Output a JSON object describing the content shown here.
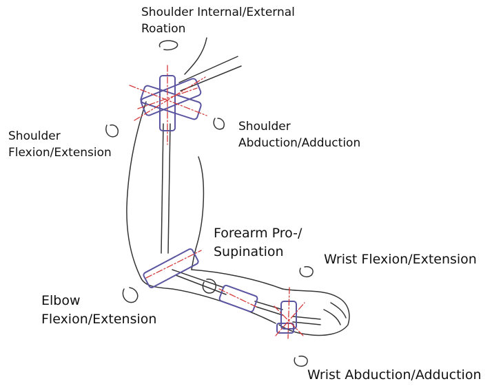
{
  "labels": {
    "shoulder_rotation": {
      "line1": "Shoulder Internal/External",
      "line2": "Roation"
    },
    "shoulder_flexion": {
      "line1": "Shoulder",
      "line2": "Flexion/Extension"
    },
    "shoulder_abduction": {
      "line1": "Shoulder",
      "line2": "Abduction/Adduction"
    },
    "forearm": {
      "line1": "Forearm Pro-/",
      "line2": "Supination"
    },
    "wrist_flexion": {
      "line1": "Wrist Flexion/Extension"
    },
    "elbow": {
      "line1": "Elbow",
      "line2": "Flexion/Extension"
    },
    "wrist_abduction": {
      "line1": "Wrist Abduction/Adduction"
    }
  },
  "colors": {
    "ink": "#333333",
    "joint": "#5a55a0",
    "axis": "#d43a3a"
  }
}
